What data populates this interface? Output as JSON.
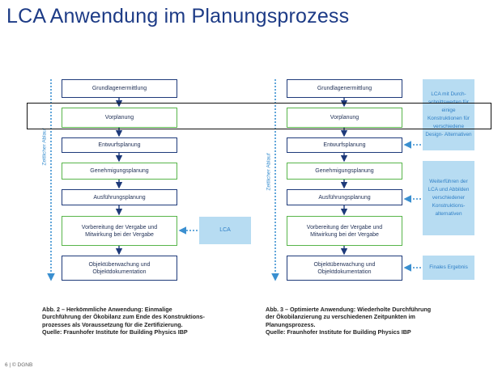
{
  "title": "LCA Anwendung im Planungsprozess",
  "timeline_label": "Zeitlicher Ablauf",
  "left": {
    "steps": [
      {
        "text": "Grundlagenermittlung",
        "color": "navy"
      },
      {
        "text": "Vorplanung",
        "color": "green"
      },
      {
        "text": "Entwurfsplanung",
        "color": "navy"
      },
      {
        "text": "Genehmigungsplanung",
        "color": "green"
      },
      {
        "text": "Ausführungsplanung",
        "color": "navy"
      },
      {
        "line1": "Vorbereitung der Vergabe und",
        "line2": "Mitwirkung bei der Vergabe",
        "color": "green"
      },
      {
        "line1": "Objektüberwachung und",
        "line2": "Objektdokumentation",
        "color": "navy"
      }
    ],
    "side_box": "LCA",
    "caption": [
      "Abb. 2 – Herkömmliche Anwendung: Einmalige",
      "Durchführung der Ökobilanz zum Ende des Konstruktions-",
      "prozesses als Voraussetzung für die Zertifizierung.",
      "Quelle: Fraunhofer Institute for Building Physics IBP"
    ]
  },
  "right": {
    "steps": [
      {
        "text": "Grundlagenermittlung",
        "color": "navy"
      },
      {
        "text": "Vorplanung",
        "color": "green"
      },
      {
        "text": "Entwurfsplanung",
        "color": "navy"
      },
      {
        "text": "Genehmigungsplanung",
        "color": "green"
      },
      {
        "text": "Ausführungsplanung",
        "color": "navy"
      },
      {
        "line1": "Vorbereitung der Vergabe und",
        "line2": "Mitwirkung bei der Vergabe",
        "color": "green"
      },
      {
        "line1": "Objektüberwachung und",
        "line2": "Objektdokumentation",
        "color": "navy"
      }
    ],
    "side_boxes": [
      [
        "LCA mit Durch-",
        "schnittswerten",
        "für einige",
        "Konstruktionen",
        "für verschiedene",
        "Design-",
        "Alternativen"
      ],
      [
        "Weiterführen",
        "der LCA und",
        "Abbilden",
        "verschiedener",
        "Konstruktions-",
        "alternativen"
      ],
      [
        "Finales",
        "Ergebnis"
      ]
    ],
    "caption": [
      "Abb. 3 – Optimierte Anwendung: Wiederholte Durchführung",
      "der Ökobilanzierung zu verschiedenen Zeitpunkten im",
      "Planungsprozess.",
      "Quelle: Fraunhofer Institute for Building Physics IBP"
    ]
  },
  "footer": "6 | © DGNB",
  "colors": {
    "title": "#1d3b86",
    "navy": "#1e3a7a",
    "green": "#58b54a",
    "side_fill": "#b7dcf2",
    "side_text": "#2f7fc6",
    "timeline": "#3a8fd0"
  }
}
